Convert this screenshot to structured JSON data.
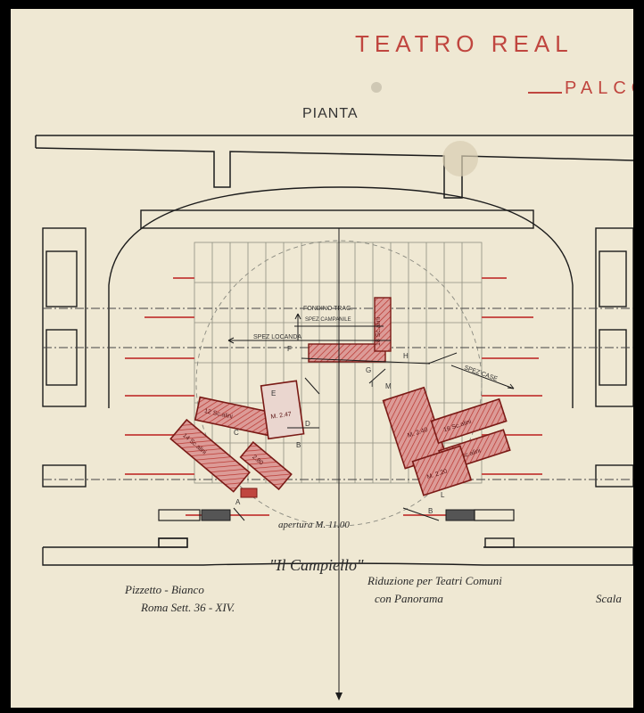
{
  "header": {
    "theatre": "TEATRO REAL",
    "palco": "PALCO"
  },
  "plan_label": "PIANTA",
  "stage_labels": {
    "fondino": "FONDINO TRAG.",
    "spez_campanile": "SPEZ CAMPANILE",
    "spez_locanda": "SPEZ LOCANDA",
    "spez_case": "SPEZ CASE",
    "apertura": "apertura M. 11.00"
  },
  "set_pieces": [
    {
      "label": "12 Sc.alini"
    },
    {
      "label": "14 Sc.alini"
    },
    {
      "label": "M. 2.47"
    },
    {
      "label": "2.80"
    },
    {
      "label": "16 Sc.alini"
    },
    {
      "label": "M. 2.40"
    },
    {
      "label": "M. 2.20"
    },
    {
      "label": "10 Sc.alini"
    },
    {
      "label": "18 Sc.alini"
    }
  ],
  "letters": {
    "A": "A",
    "B": "B",
    "C": "C",
    "D": "D",
    "E": "E",
    "F": "F",
    "G": "G",
    "H": "H",
    "I": "I",
    "L": "L",
    "M": "M"
  },
  "notes": {
    "title_handwritten": "\"Il Campiello\"",
    "subtitle1": "Riduzione per Teatri Comuni",
    "subtitle2": "con Panorama",
    "signature1": "Pizzetto - Bianco",
    "signature2": "Roma Sett. 36 - XIV.",
    "scale": "Scala"
  },
  "colors": {
    "paper": "#efe8d3",
    "ink": "#1c1c1c",
    "red": "#c0463f",
    "fill": "#d88a86"
  }
}
